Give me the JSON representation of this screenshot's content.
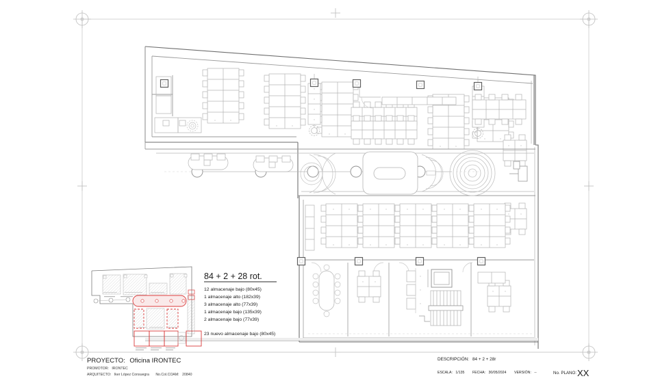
{
  "sheet": {
    "background": "#ffffff",
    "line_color": "#9a9a9a",
    "wall_color": "#6e6e6e",
    "accent_red": "#d93a3a",
    "border_color": "#c9c9c9"
  },
  "legend": {
    "heading": "84 + 2 + 28 rot.",
    "items": [
      "12 almacenaje bajo (80x45)",
      "1 almacenaje alto (182x39)",
      "3 almacenaje alto (77x39)",
      "1 almacenaje bajo (135x39)",
      "2 almacenaje bajo (77x39)"
    ],
    "footer": "23 nuevo almacenaje bajo (80x45)"
  },
  "titleblock": {
    "project_label": "PROYECTO:",
    "project_value": "Oficina IRONTEC",
    "promotor_label": "PROMOTOR:",
    "promotor_value": "IRONTEC",
    "architect_label": "ARQUITECTO:",
    "architect_value": "Iker López Consuegra",
    "college_label": "No.Col.COAM:",
    "college_value": "20840",
    "description_label": "DESCRIPCIÓN:",
    "description_value": "84 + 2 + 28r",
    "scale_label": "ESCALA:",
    "scale_value": "1/135",
    "date_label": "FECHA:",
    "date_value": "30/05/2024",
    "version_label": "VERSIÓN:",
    "version_value": "--",
    "plan_label": "No. PLANO:",
    "plan_value": "XX"
  },
  "icons": {
    "registration_mark": "registration-crosshair-icon",
    "column": "structural-column-icon",
    "stair": "staircase-icon",
    "door_swing": "door-swing-icon"
  },
  "keyplan": {
    "name": "key-location-plan",
    "highlight_color": "#d93a3a"
  }
}
